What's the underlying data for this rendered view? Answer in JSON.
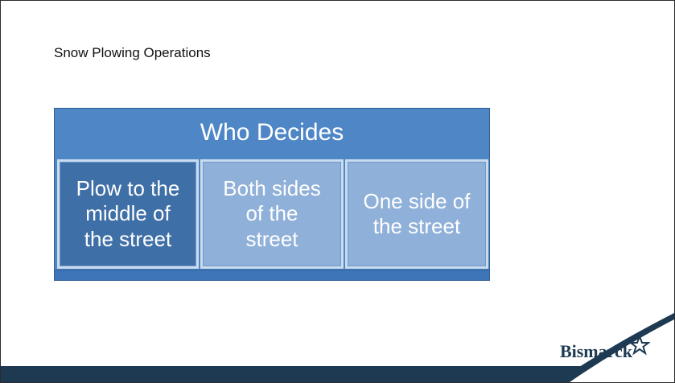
{
  "slide": {
    "title": "Snow Plowing Operations"
  },
  "diagram": {
    "header": "Who Decides",
    "items": [
      {
        "label": "Plow to the\nmiddle of\nthe street",
        "selected": true
      },
      {
        "label": "Both sides\nof the\nstreet",
        "selected": false
      },
      {
        "label": "One side of\nthe street",
        "selected": false
      }
    ]
  },
  "logo": {
    "text": "Bismarck",
    "icon": "star-icon"
  },
  "colors": {
    "header": "#4f86c6",
    "selected_box": "#3f6fa7",
    "box": "#8fb0d8",
    "footer_bar": "#1e3a52"
  }
}
